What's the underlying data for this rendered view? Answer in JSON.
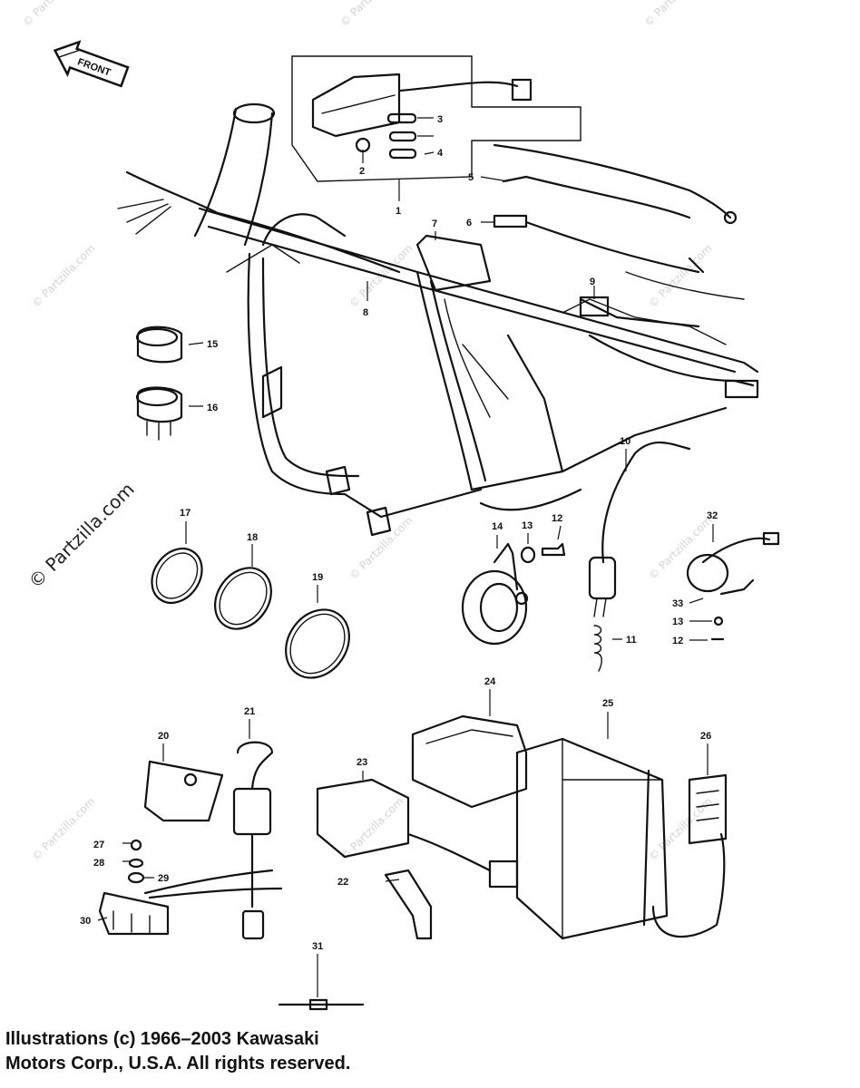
{
  "front_arrow_label": "FRONT",
  "watermark_main": "© Partzilla.com",
  "watermark_repeat": "© Partzilla.com",
  "part_numbers": [
    "1",
    "2",
    "3",
    "4",
    "5",
    "6",
    "7",
    "8",
    "9",
    "10",
    "11",
    "12",
    "13",
    "14",
    "15",
    "16",
    "17",
    "18",
    "19",
    "20",
    "21",
    "22",
    "23",
    "24",
    "25",
    "26",
    "27",
    "28",
    "29",
    "30",
    "31",
    "32",
    "33",
    "13",
    "12"
  ],
  "copyright": {
    "line1": "Illustrations (c) 1966–2003 Kawasaki",
    "line2": "Motors Corp., U.S.A.  All rights reserved."
  }
}
